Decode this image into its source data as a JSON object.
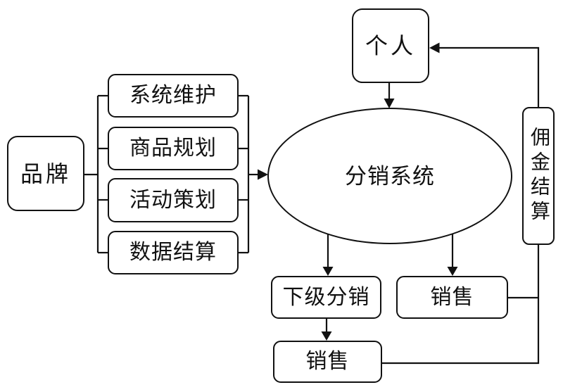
{
  "diagram": {
    "colors": {
      "background": "#ffffff",
      "line": "#111111",
      "node_fill": "#ffffff",
      "text": "#111111"
    },
    "nodes": {
      "brand": {
        "label": "品牌"
      },
      "functions": [
        {
          "label": "系统维护"
        },
        {
          "label": "商品规划"
        },
        {
          "label": "活动策划"
        },
        {
          "label": "数据结算"
        }
      ],
      "system": {
        "label": "分销系统"
      },
      "individual": {
        "label": "个人"
      },
      "commission": {
        "label": "佣金结算"
      },
      "sub_distribution": {
        "label": "下级分销"
      },
      "sales_upper": {
        "label": "销售"
      },
      "sales_lower": {
        "label": "销售"
      }
    }
  }
}
